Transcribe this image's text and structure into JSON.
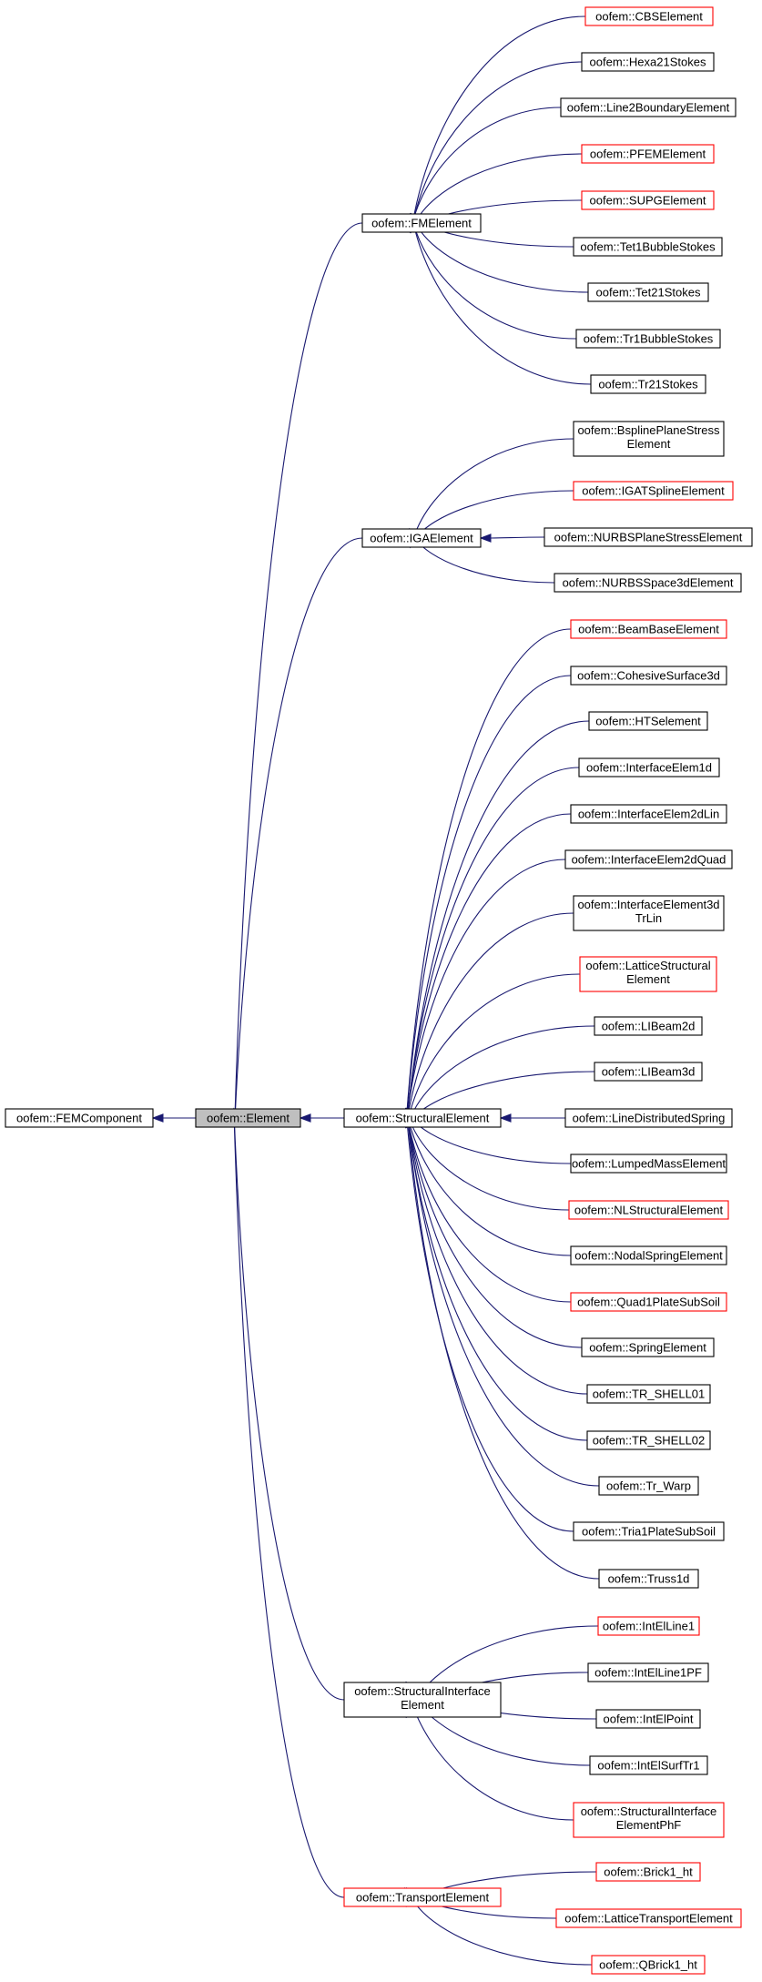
{
  "nodes": {
    "FEMComponent": {
      "lines": [
        "oofem::FEMComponent"
      ],
      "style": "normal"
    },
    "Element": {
      "lines": [
        "oofem::Element"
      ],
      "style": "current"
    },
    "FMElement": {
      "lines": [
        "oofem::FMElement"
      ],
      "style": "normal"
    },
    "IGAElement": {
      "lines": [
        "oofem::IGAElement"
      ],
      "style": "normal"
    },
    "StructuralElement": {
      "lines": [
        "oofem::StructuralElement"
      ],
      "style": "normal"
    },
    "StructuralInterfaceElement": {
      "lines": [
        "oofem::StructuralInterface",
        "Element"
      ],
      "style": "normal"
    },
    "TransportElement": {
      "lines": [
        "oofem::TransportElement"
      ],
      "style": "red"
    },
    "CBSElement": {
      "lines": [
        "oofem::CBSElement"
      ],
      "style": "red"
    },
    "Hexa21Stokes": {
      "lines": [
        "oofem::Hexa21Stokes"
      ],
      "style": "normal"
    },
    "Line2BoundaryElement": {
      "lines": [
        "oofem::Line2BoundaryElement"
      ],
      "style": "normal"
    },
    "PFEMElement": {
      "lines": [
        "oofem::PFEMElement"
      ],
      "style": "red"
    },
    "SUPGElement": {
      "lines": [
        "oofem::SUPGElement"
      ],
      "style": "red"
    },
    "Tet1BubbleStokes": {
      "lines": [
        "oofem::Tet1BubbleStokes"
      ],
      "style": "normal"
    },
    "Tet21Stokes": {
      "lines": [
        "oofem::Tet21Stokes"
      ],
      "style": "normal"
    },
    "Tr1BubbleStokes": {
      "lines": [
        "oofem::Tr1BubbleStokes"
      ],
      "style": "normal"
    },
    "Tr21Stokes": {
      "lines": [
        "oofem::Tr21Stokes"
      ],
      "style": "normal"
    },
    "BsplinePlaneStressElement": {
      "lines": [
        "oofem::BsplinePlaneStress",
        "Element"
      ],
      "style": "normal"
    },
    "IGATSplineElement": {
      "lines": [
        "oofem::IGATSplineElement"
      ],
      "style": "red"
    },
    "NURBSPlaneStressElement": {
      "lines": [
        "oofem::NURBSPlaneStressElement"
      ],
      "style": "normal"
    },
    "NURBSSpace3dElement": {
      "lines": [
        "oofem::NURBSSpace3dElement"
      ],
      "style": "normal"
    },
    "BeamBaseElement": {
      "lines": [
        "oofem::BeamBaseElement"
      ],
      "style": "red"
    },
    "CohesiveSurface3d": {
      "lines": [
        "oofem::CohesiveSurface3d"
      ],
      "style": "normal"
    },
    "HTSelement": {
      "lines": [
        "oofem::HTSelement"
      ],
      "style": "normal"
    },
    "InterfaceElem1d": {
      "lines": [
        "oofem::InterfaceElem1d"
      ],
      "style": "normal"
    },
    "InterfaceElem2dLin": {
      "lines": [
        "oofem::InterfaceElem2dLin"
      ],
      "style": "normal"
    },
    "InterfaceElem2dQuad": {
      "lines": [
        "oofem::InterfaceElem2dQuad"
      ],
      "style": "normal"
    },
    "InterfaceElement3dTrLin": {
      "lines": [
        "oofem::InterfaceElement3d",
        "TrLin"
      ],
      "style": "normal"
    },
    "LatticeStructuralElement": {
      "lines": [
        "oofem::LatticeStructural",
        "Element"
      ],
      "style": "red"
    },
    "LIBeam2d": {
      "lines": [
        "oofem::LIBeam2d"
      ],
      "style": "normal"
    },
    "LIBeam3d": {
      "lines": [
        "oofem::LIBeam3d"
      ],
      "style": "normal"
    },
    "LineDistributedSpring": {
      "lines": [
        "oofem::LineDistributedSpring"
      ],
      "style": "normal"
    },
    "LumpedMassElement": {
      "lines": [
        "oofem::LumpedMassElement"
      ],
      "style": "normal"
    },
    "NLStructuralElement": {
      "lines": [
        "oofem::NLStructuralElement"
      ],
      "style": "red"
    },
    "NodalSpringElement": {
      "lines": [
        "oofem::NodalSpringElement"
      ],
      "style": "normal"
    },
    "Quad1PlateSubSoil": {
      "lines": [
        "oofem::Quad1PlateSubSoil"
      ],
      "style": "red"
    },
    "SpringElement": {
      "lines": [
        "oofem::SpringElement"
      ],
      "style": "normal"
    },
    "TR_SHELL01": {
      "lines": [
        "oofem::TR_SHELL01"
      ],
      "style": "normal"
    },
    "TR_SHELL02": {
      "lines": [
        "oofem::TR_SHELL02"
      ],
      "style": "normal"
    },
    "Tr_Warp": {
      "lines": [
        "oofem::Tr_Warp"
      ],
      "style": "normal"
    },
    "Tria1PlateSubSoil": {
      "lines": [
        "oofem::Tria1PlateSubSoil"
      ],
      "style": "normal"
    },
    "Truss1d": {
      "lines": [
        "oofem::Truss1d"
      ],
      "style": "normal"
    },
    "IntElLine1": {
      "lines": [
        "oofem::IntElLine1"
      ],
      "style": "red"
    },
    "IntElLine1PF": {
      "lines": [
        "oofem::IntElLine1PF"
      ],
      "style": "normal"
    },
    "IntElPoint": {
      "lines": [
        "oofem::IntElPoint"
      ],
      "style": "normal"
    },
    "IntElSurfTr1": {
      "lines": [
        "oofem::IntElSurfTr1"
      ],
      "style": "normal"
    },
    "StructuralInterfaceElementPhF": {
      "lines": [
        "oofem::StructuralInterface",
        "ElementPhF"
      ],
      "style": "red"
    },
    "Brick1_ht": {
      "lines": [
        "oofem::Brick1_ht"
      ],
      "style": "red"
    },
    "LatticeTransportElement": {
      "lines": [
        "oofem::LatticeTransportElement"
      ],
      "style": "red"
    },
    "QBrick1_ht": {
      "lines": [
        "oofem::QBrick1_ht"
      ],
      "style": "red"
    }
  },
  "edges": [
    {
      "from": "FEMComponent",
      "to": "Element"
    },
    {
      "from": "Element",
      "to": "FMElement"
    },
    {
      "from": "Element",
      "to": "IGAElement"
    },
    {
      "from": "Element",
      "to": "StructuralElement"
    },
    {
      "from": "Element",
      "to": "StructuralInterfaceElement"
    },
    {
      "from": "Element",
      "to": "TransportElement"
    },
    {
      "from": "FMElement",
      "to": "CBSElement"
    },
    {
      "from": "FMElement",
      "to": "Hexa21Stokes"
    },
    {
      "from": "FMElement",
      "to": "Line2BoundaryElement"
    },
    {
      "from": "FMElement",
      "to": "PFEMElement"
    },
    {
      "from": "FMElement",
      "to": "SUPGElement"
    },
    {
      "from": "FMElement",
      "to": "Tet1BubbleStokes"
    },
    {
      "from": "FMElement",
      "to": "Tet21Stokes"
    },
    {
      "from": "FMElement",
      "to": "Tr1BubbleStokes"
    },
    {
      "from": "FMElement",
      "to": "Tr21Stokes"
    },
    {
      "from": "IGAElement",
      "to": "BsplinePlaneStressElement"
    },
    {
      "from": "IGAElement",
      "to": "IGATSplineElement"
    },
    {
      "from": "IGAElement",
      "to": "NURBSPlaneStressElement"
    },
    {
      "from": "IGAElement",
      "to": "NURBSSpace3dElement"
    },
    {
      "from": "StructuralElement",
      "to": "BeamBaseElement"
    },
    {
      "from": "StructuralElement",
      "to": "CohesiveSurface3d"
    },
    {
      "from": "StructuralElement",
      "to": "HTSelement"
    },
    {
      "from": "StructuralElement",
      "to": "InterfaceElem1d"
    },
    {
      "from": "StructuralElement",
      "to": "InterfaceElem2dLin"
    },
    {
      "from": "StructuralElement",
      "to": "InterfaceElem2dQuad"
    },
    {
      "from": "StructuralElement",
      "to": "InterfaceElement3dTrLin"
    },
    {
      "from": "StructuralElement",
      "to": "LatticeStructuralElement"
    },
    {
      "from": "StructuralElement",
      "to": "LIBeam2d"
    },
    {
      "from": "StructuralElement",
      "to": "LIBeam3d"
    },
    {
      "from": "StructuralElement",
      "to": "LineDistributedSpring"
    },
    {
      "from": "StructuralElement",
      "to": "LumpedMassElement"
    },
    {
      "from": "StructuralElement",
      "to": "NLStructuralElement"
    },
    {
      "from": "StructuralElement",
      "to": "NodalSpringElement"
    },
    {
      "from": "StructuralElement",
      "to": "Quad1PlateSubSoil"
    },
    {
      "from": "StructuralElement",
      "to": "SpringElement"
    },
    {
      "from": "StructuralElement",
      "to": "TR_SHELL01"
    },
    {
      "from": "StructuralElement",
      "to": "TR_SHELL02"
    },
    {
      "from": "StructuralElement",
      "to": "Tr_Warp"
    },
    {
      "from": "StructuralElement",
      "to": "Tria1PlateSubSoil"
    },
    {
      "from": "StructuralElement",
      "to": "Truss1d"
    },
    {
      "from": "StructuralInterfaceElement",
      "to": "IntElLine1"
    },
    {
      "from": "StructuralInterfaceElement",
      "to": "IntElLine1PF"
    },
    {
      "from": "StructuralInterfaceElement",
      "to": "IntElPoint"
    },
    {
      "from": "StructuralInterfaceElement",
      "to": "IntElSurfTr1"
    },
    {
      "from": "StructuralInterfaceElement",
      "to": "StructuralInterfaceElementPhF"
    },
    {
      "from": "TransportElement",
      "to": "Brick1_ht"
    },
    {
      "from": "TransportElement",
      "to": "LatticeTransportElement"
    },
    {
      "from": "TransportElement",
      "to": "QBrick1_ht"
    }
  ],
  "colors": {
    "edge": "#191970",
    "node_border": "#000000",
    "node_border_red": "#ff0000",
    "current_fill": "#bfbfbf"
  }
}
